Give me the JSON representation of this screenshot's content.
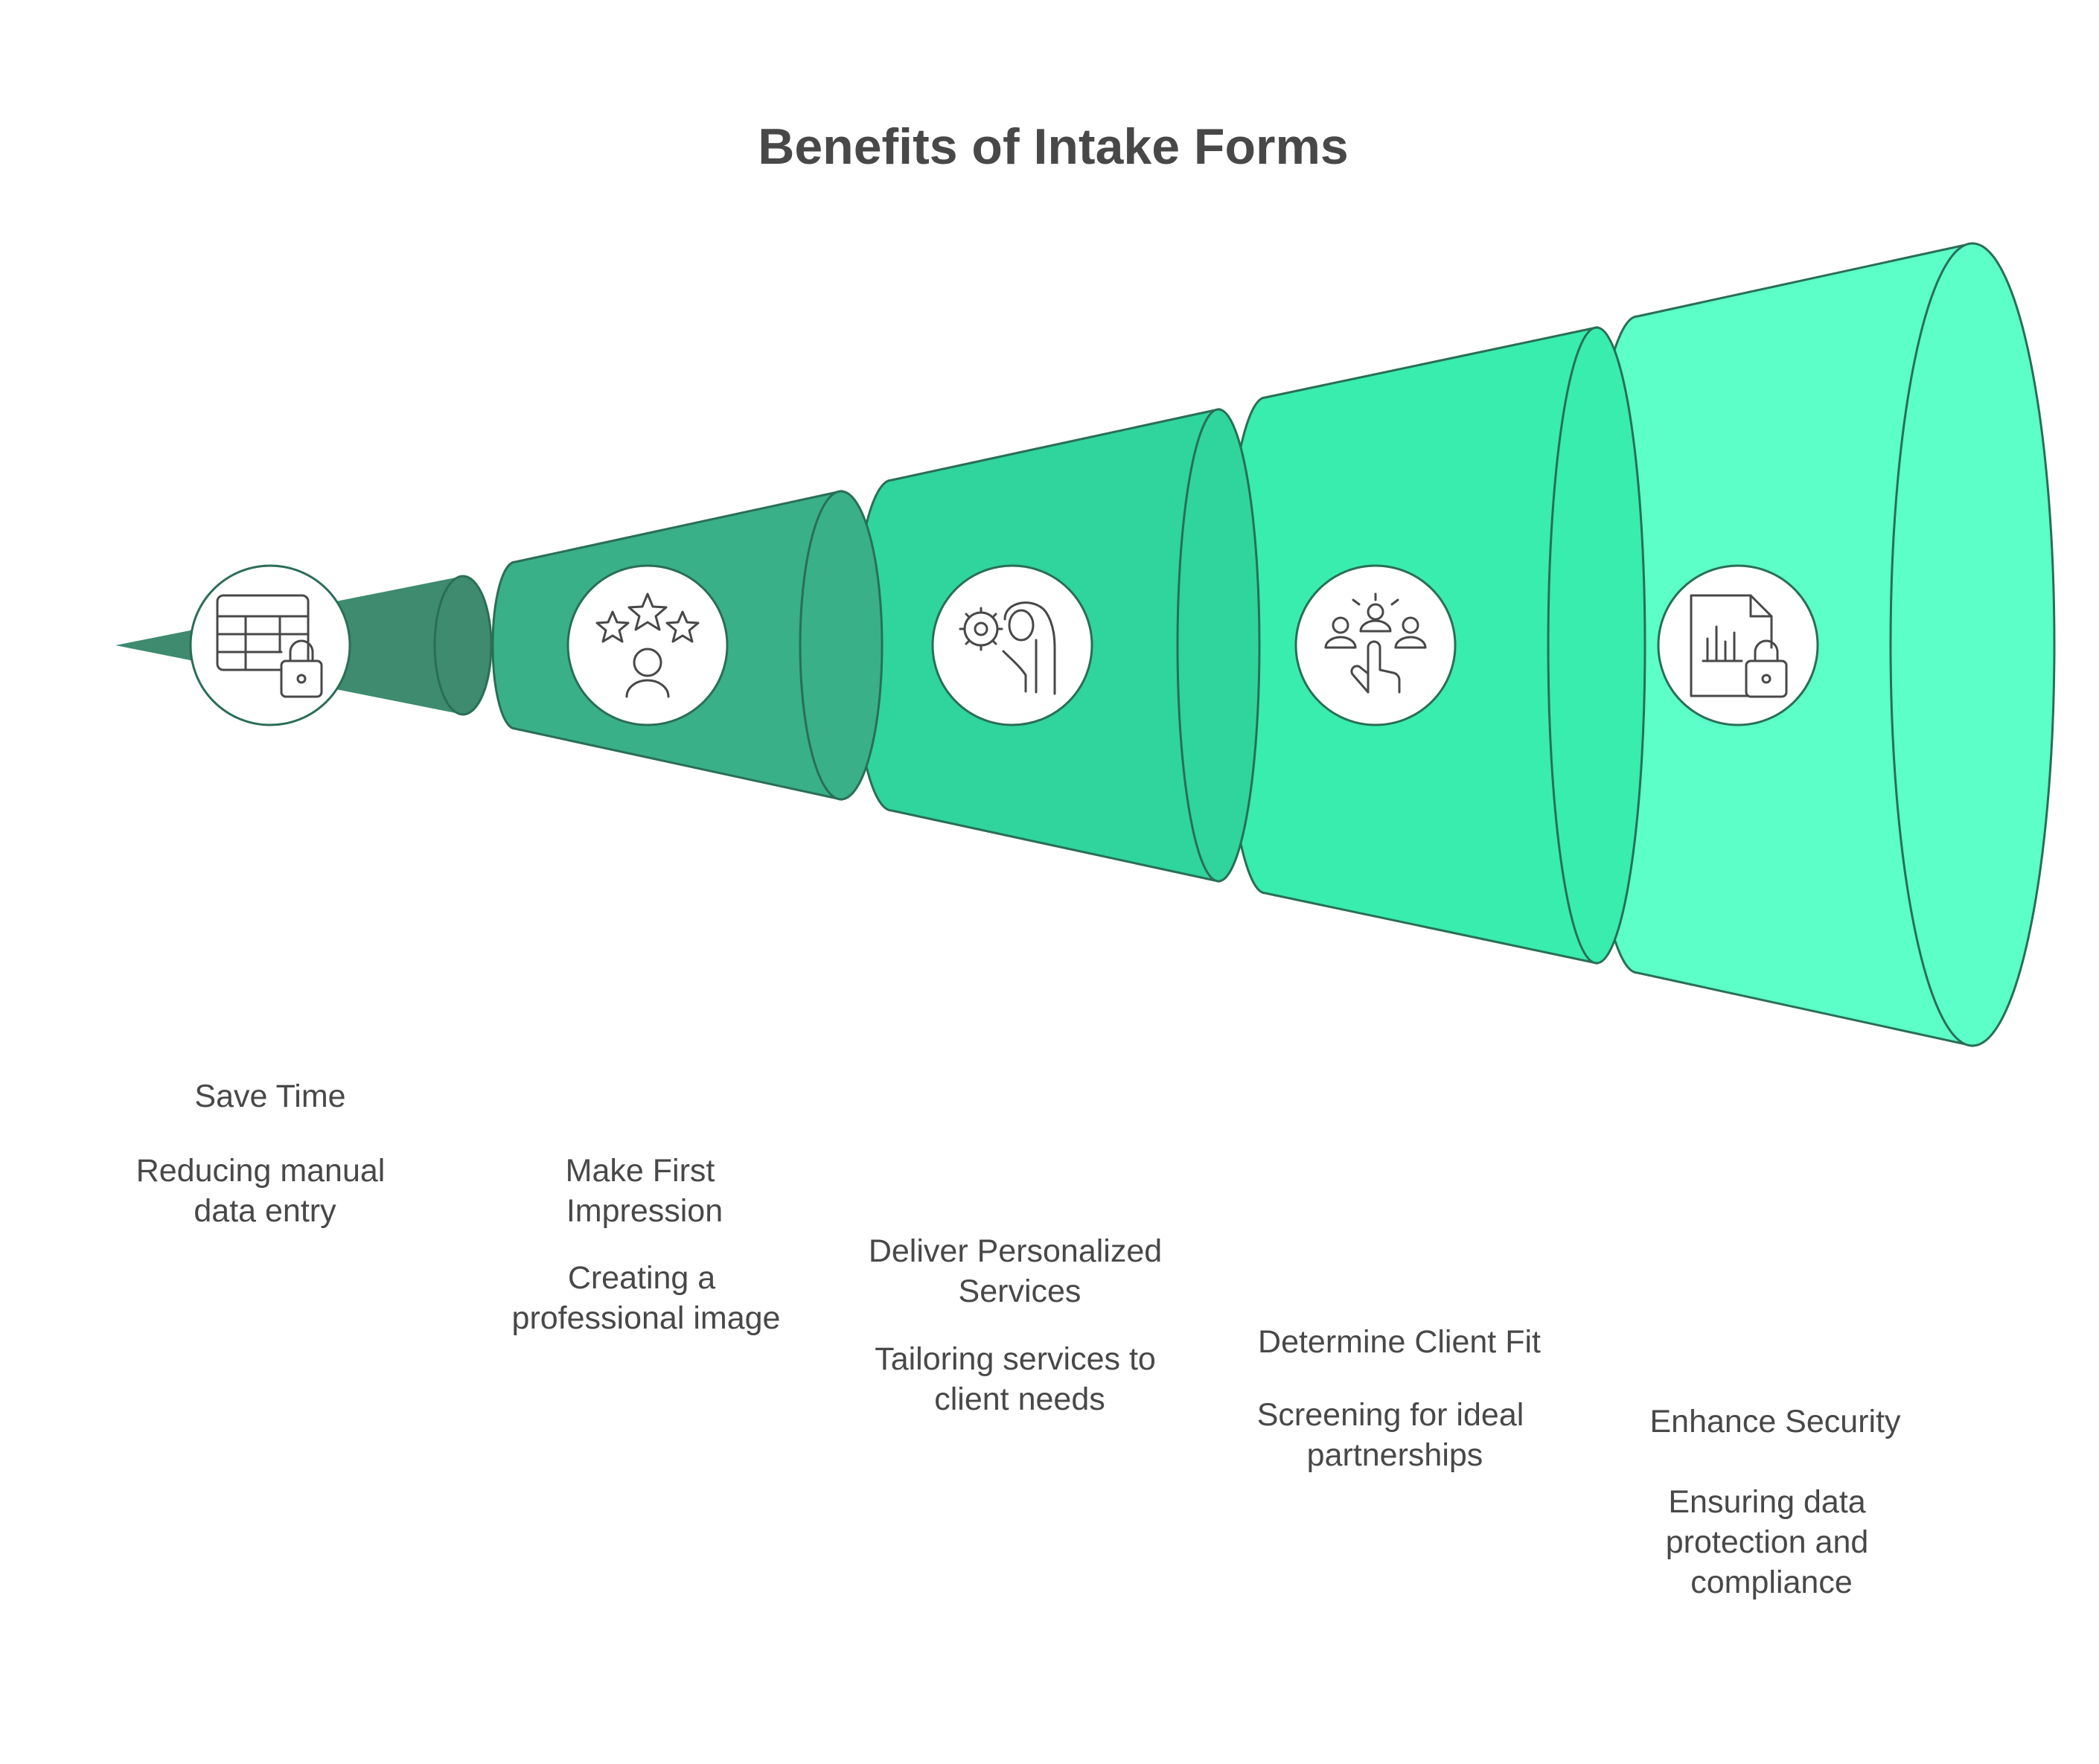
{
  "title": "Benefits of Intake Forms",
  "colors": {
    "segment_1": "#3e8b6f",
    "segment_2": "#39b088",
    "segment_3": "#2fd59c",
    "segment_4": "#38edae",
    "segment_5": "#5bffc7",
    "outline": "#2a6e56",
    "text": "#484848"
  },
  "steps": [
    {
      "title": [
        "Save Time"
      ],
      "description": [
        "Reducing manual",
        "data entry"
      ],
      "icon": "spreadsheet-lock-icon"
    },
    {
      "title": [
        "Make First",
        "Impression"
      ],
      "description": [
        "Creating a",
        "professional image"
      ],
      "icon": "stars-person-icon"
    },
    {
      "title": [
        "Deliver Personalized",
        "Services"
      ],
      "description": [
        "Tailoring services to",
        "client needs"
      ],
      "icon": "gear-hand-icon"
    },
    {
      "title": [
        "Determine Client Fit"
      ],
      "description": [
        "Screening for ideal",
        "partnerships"
      ],
      "icon": "people-select-icon"
    },
    {
      "title": [
        "Enhance Security"
      ],
      "description": [
        "Ensuring data",
        "protection and",
        "compliance"
      ],
      "icon": "document-chart-lock-icon"
    }
  ]
}
